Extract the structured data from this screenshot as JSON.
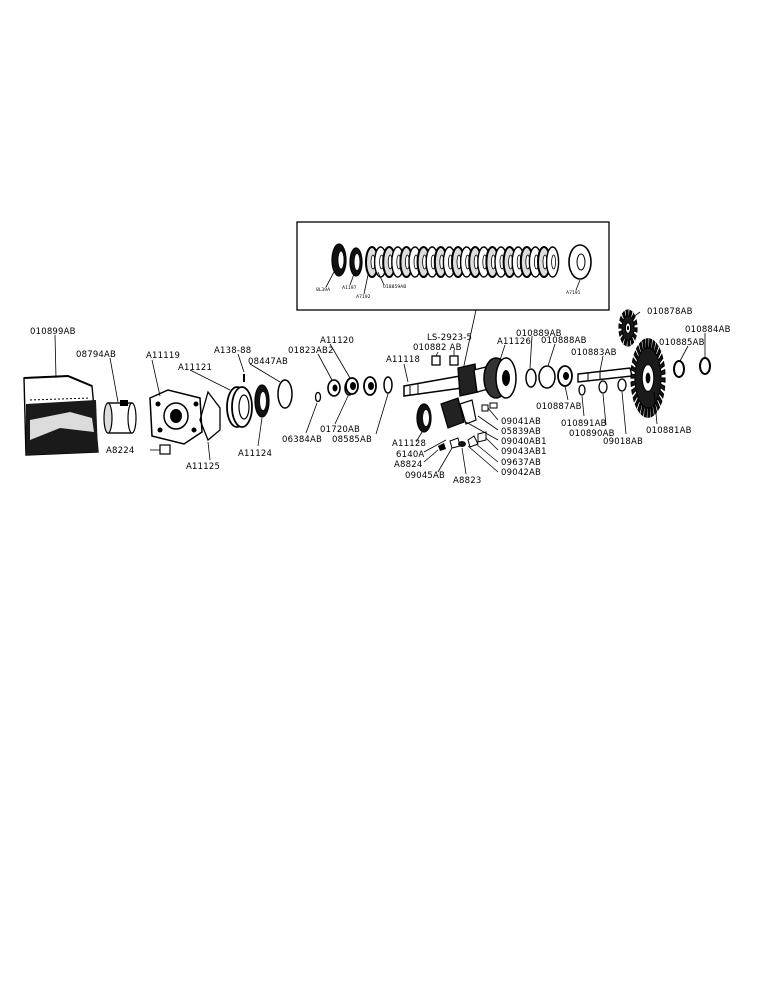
{
  "inset": {
    "labels": {
      "a": "8L39A",
      "b": "A1197",
      "c": "A7192",
      "d": "018859AB",
      "e": "A7191"
    }
  },
  "callout_ref": "LS-2923-5",
  "parts": {
    "p010899AB": "010899AB",
    "p08794AB": "08794AB",
    "pA8224": "A8224",
    "pA11119": "A11119",
    "pA11121": "A11121",
    "pA11125": "A11125",
    "pA138_88": "A138-88",
    "p08447AB": "08447AB",
    "pA11124": "A11124",
    "p01823AB2": "01823AB2",
    "pA11120": "A11120",
    "p06384AB": "06384AB",
    "p01720AB": "01720AB",
    "p08585AB": "08585AB",
    "p010882AB": "010882 AB",
    "pA11118": "A11118",
    "pA11126": "A11126",
    "p010889AB": "010889AB",
    "p010888AB": "010888AB",
    "p010878AB": "010878AB",
    "p010884AB": "010884AB",
    "p010883AB": "010883AB",
    "p010885AB": "010885AB",
    "p010887AB": "010887AB",
    "p010891AB": "010891AB",
    "p010890AB": "010890AB",
    "p09018AB": "09018AB",
    "p010881AB": "010881AB",
    "p09041AB": "09041AB",
    "p05839AB": "05839AB",
    "p09040AB1": "09040AB1",
    "p09043AB1": "09043AB1",
    "p09637AB": "09637AB",
    "p09042AB": "09042AB",
    "pA11128": "A11128",
    "p6140A": "6140A",
    "pA8824": "A8824",
    "p09045AB": "09045AB",
    "pA8823": "A8823"
  },
  "colors": {
    "ink": "#000000",
    "paper": "#ffffff"
  }
}
